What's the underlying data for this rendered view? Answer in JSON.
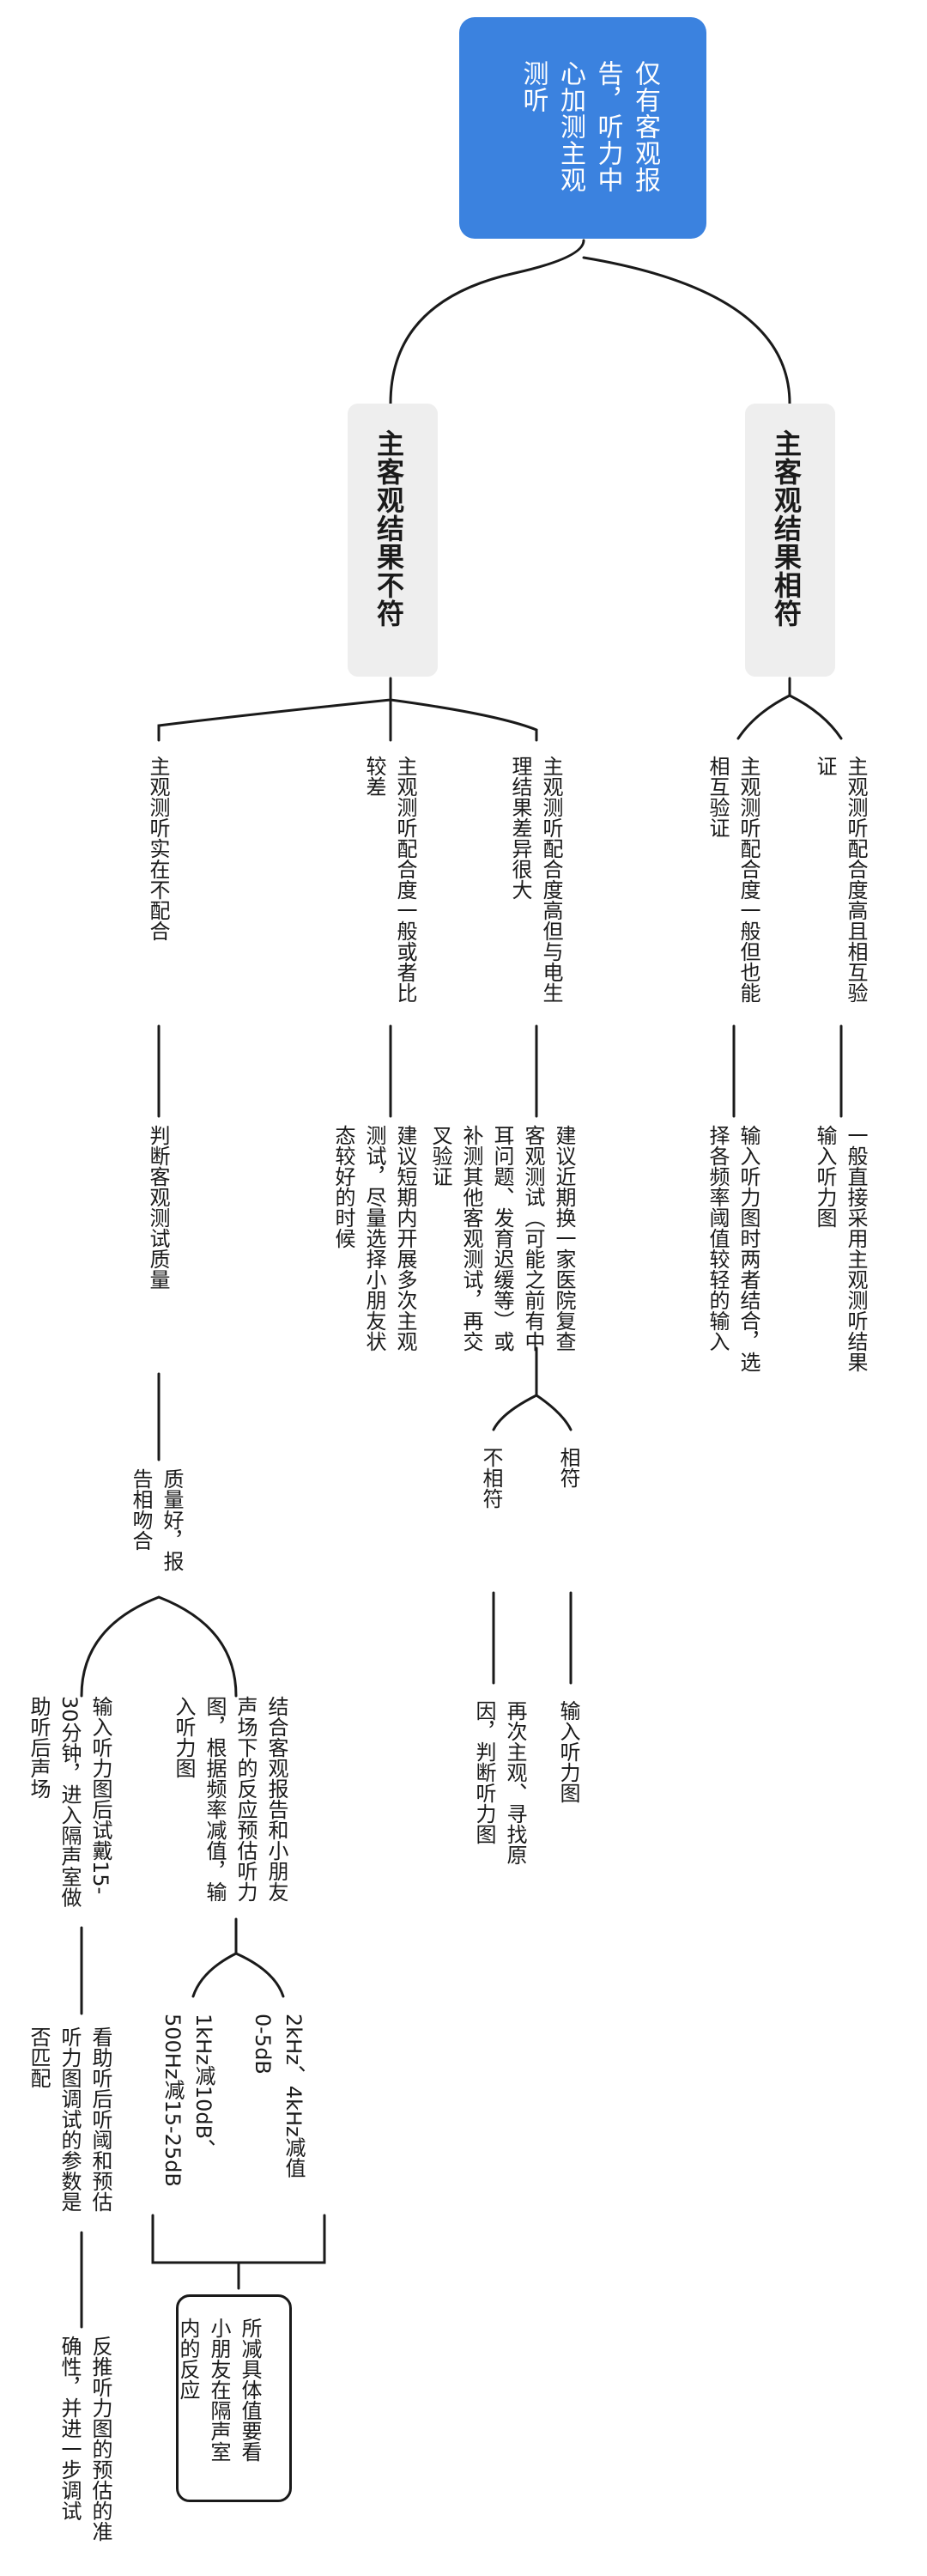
{
  "colors": {
    "root_fill": "#3b82df",
    "branch_fill": "#eeeeee",
    "line": "#1a1a1a"
  },
  "root": {
    "text": "仅有客观报告，听力中心加测主观测听"
  },
  "branches": [
    {
      "title": "主客观结果相符",
      "children": [
        {
          "condition": "主观测听配合度高且相互验证",
          "action": "一般直接采用主观测听结果输入听力图"
        },
        {
          "condition": "主观测听配合度一般但也能相互验证",
          "action": "输入听力图时两者结合，选择各频率阈值较轻的输入"
        }
      ]
    },
    {
      "title": "主客观结果不符",
      "children": [
        {
          "condition": "主观测听配合度高但与电生理结果差异很大",
          "action": "建议近期换一家医院复查客观测试（可能之前有中耳问题、发育迟缓等）或补测其他客观测试，再交叉验证",
          "outcomes": [
            {
              "label": "相符",
              "next": "输入听力图"
            },
            {
              "label": "不相符",
              "next": "再次主观、寻找原因，判断听力图"
            }
          ]
        },
        {
          "condition": "主观测听配合度一般或者比较差",
          "action": "建议短期内开展多次主观测试，尽量选择小朋友状态较好的时候"
        },
        {
          "condition": "主观测听实在不配合",
          "action": "判断客观测试质量",
          "quality": "质量好，报告相吻合",
          "steps": [
            {
              "text": "结合客观报告和小朋友声场下的反应预估听力图，根据频率减值，输入听力图",
              "options": [
                "2kHz、4kHz减值0-5dB",
                "1kHz减10dB、500Hz减15-25dB"
              ],
              "note": "所减具体值要看小朋友在隔声室内的反应"
            },
            {
              "text": "输入听力图后试戴15-30分钟，进入隔声室做助听后声场",
              "followups": [
                "看助听后听阈和预估听力图调试的参数是否匹配",
                "反推听力图的预估的准确性，并进一步调试"
              ]
            }
          ]
        }
      ]
    }
  ]
}
